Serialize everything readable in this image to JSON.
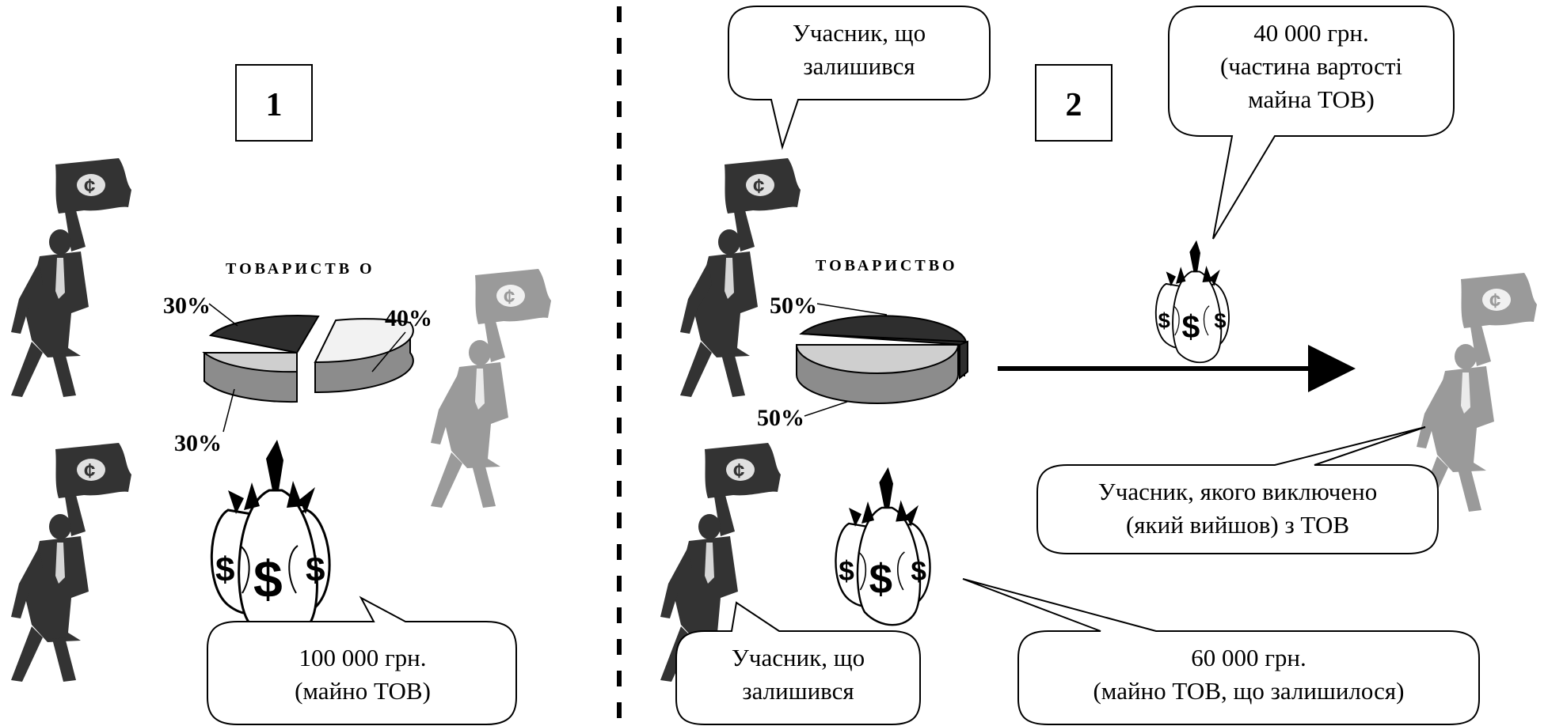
{
  "panel_1": {
    "number": "1",
    "company_label": "ТОВАРИСТВ О",
    "pie": {
      "shares_percent": [
        30,
        40,
        30
      ],
      "labels": [
        "30%",
        "40%",
        "30%"
      ]
    },
    "property_callout": [
      "100 000 грн.",
      "(майно ТОВ)"
    ]
  },
  "panel_2": {
    "number": "2",
    "company_label": "ТОВАРИСТВО",
    "pie": {
      "shares_percent": [
        50,
        50
      ],
      "labels": [
        "50%",
        "50%"
      ]
    },
    "remaining_top_callout": [
      "Учасник, що",
      "залишився"
    ],
    "remaining_bottom_callout": [
      "Учасник, що",
      "залишився"
    ],
    "payout_callout": [
      "40 000 грн.",
      "(частина вартості",
      "майна ТОВ)"
    ],
    "excluded_callout": [
      "Учасник, якого виключено",
      "(який вийшов) з ТОВ"
    ],
    "remaining_property_callout": [
      "60 000 грн.",
      "(майно ТОВ, що залишилося)"
    ]
  },
  "colors": {
    "dark_figure": "#333333",
    "light_figure": "#9a9a9a",
    "pie_dark": "#2e2e2e",
    "pie_mid": "#8c8c8c",
    "pie_light": "#f2f2f2"
  }
}
